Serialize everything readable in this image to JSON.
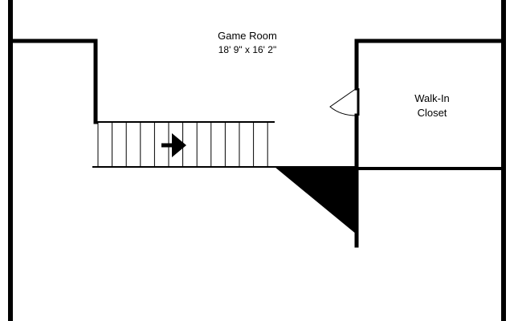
{
  "rooms": {
    "game_room": {
      "name": "Game Room",
      "dimensions": "18' 9\" x 16' 2\""
    },
    "walk_in_closet": {
      "name_line1": "Walk-In",
      "name_line2": "Closet"
    }
  },
  "colors": {
    "wall": "#000000",
    "background": "#ffffff"
  },
  "stairs": {
    "direction": "right",
    "arrow_icon": "arrow-right-icon"
  }
}
